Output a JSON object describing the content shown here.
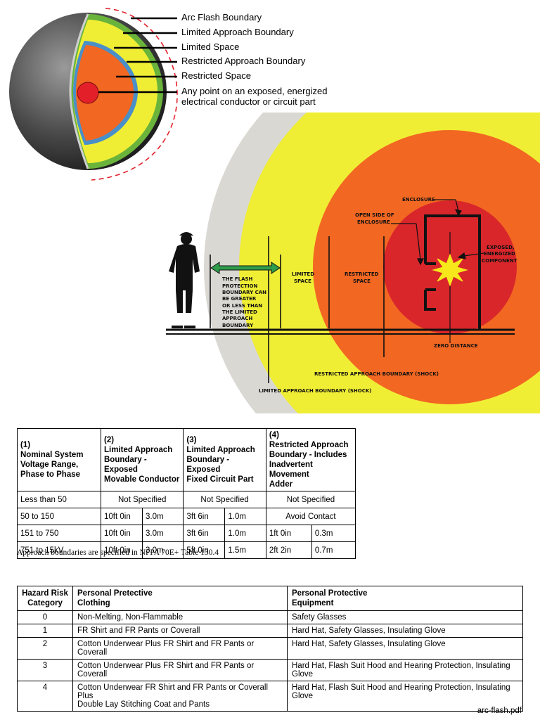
{
  "sphere_legend": {
    "items": [
      "Arc Flash Boundary",
      "Limited Approach Boundary",
      "Limited Space",
      "Restricted Approach Boundary",
      "Restricted Space"
    ],
    "point_line1": "Any point on an exposed, energized",
    "point_line2": "electrical conductor or circuit part"
  },
  "diagram": {
    "enclosure": "ENCLOSURE",
    "open_side1": "OPEN SIDE OF",
    "open_side2": "ENCLOSURE",
    "exposed1": "EXPOSED,",
    "exposed2": "ENERGIZED",
    "exposed3": "COMPONENT",
    "flash_text": [
      "THE FLASH",
      "PROTECTION",
      "BOUNDARY CAN",
      "BE GREATER",
      "OR LESS THAN",
      "THE LIMITED",
      "APPROACH",
      "BOUNDARY"
    ],
    "limited_space1": "LIMITED",
    "limited_space2": "SPACE",
    "restricted_space1": "RESTRICTED",
    "restricted_space2": "SPACE",
    "zero_distance": "ZERO DISTANCE",
    "restricted_boundary": "RESTRICTED APPROACH BOUNDARY (SHOCK)",
    "limited_boundary": "LIMITED APPROACH BOUNDARY (SHOCK)"
  },
  "approach_table": {
    "headers": [
      [
        "(1)",
        "Nominal System",
        "Voltage Range,",
        "Phase to Phase"
      ],
      [
        "(2)",
        "Limited Approach",
        "Boundary - Exposed",
        "Movable Conductor"
      ],
      [
        "(3)",
        "Limited Approach",
        "Boundary - Exposed",
        "Fixed Circuit Part"
      ],
      [
        "(4)",
        "Restricted Approach",
        "Boundary - Includes",
        "Inadvertent Movement",
        "Adder"
      ]
    ],
    "row_less50": {
      "voltage": "Less than 50",
      "c2": "Not Specified",
      "c3": "Not Specified",
      "c4": "Not Specified"
    },
    "row_50_150": {
      "voltage": "50 to 150",
      "c2a": "10ft 0in",
      "c2b": "3.0m",
      "c3a": "3ft 6in",
      "c3b": "1.0m",
      "c4": "Avoid Contact"
    },
    "row_151_750": {
      "voltage": "151 to 750",
      "c2a": "10ft 0in",
      "c2b": "3.0m",
      "c3a": "3ft 6in",
      "c3b": "1.0m",
      "c4a": "1ft 0in",
      "c4b": "0.3m"
    },
    "row_751_15k": {
      "voltage": "751 to 15kV",
      "c2a": "10ft 0in",
      "c2b": "3.0m",
      "c3a": "5ft 0in",
      "c3b": "1.5m",
      "c4a": "2ft 2in",
      "c4b": "0.7m"
    },
    "caption": "Approach boundaries are specified in NFPA 70E+ Table 130.4"
  },
  "ppe_table": {
    "h1a": "Hazard Risk",
    "h1b": "Category",
    "h2a": "Personal Pretective",
    "h2b": "Clothing",
    "h3a": "Personal Protective",
    "h3b": "Equipment",
    "rows": [
      {
        "cat": "0",
        "clothing": "Non-Melting, Non-Flammable",
        "equipment": "Safety Glasses"
      },
      {
        "cat": "1",
        "clothing": "FR Shirt and FR Pants or Coverall",
        "equipment": "Hard Hat, Safety Glasses, Insulating Glove"
      },
      {
        "cat": "2",
        "clothing": "Cotton Underwear Plus FR Shirt and FR Pants or Coverall",
        "equipment": "Hard Hat, Safety Glasses, Insulating Glove"
      },
      {
        "cat": "3",
        "clothing": "Cotton Underwear Plus FR Shirt and FR Pants or Coverall",
        "equipment": "Hard Hat, Flash Suit Hood and Hearing Protection, Insulating Glove"
      },
      {
        "cat": "4",
        "clothing": "Cotton Underwear FR Shirt and FR Pants or Coverall Plus",
        "clothing2": "Double Lay Stitching Coat and Pants",
        "equipment": "Hard Hat, Flash Suit Hood and Hearing Protection, Insulating Glove"
      }
    ]
  },
  "footer": "arc-flash.pdf"
}
